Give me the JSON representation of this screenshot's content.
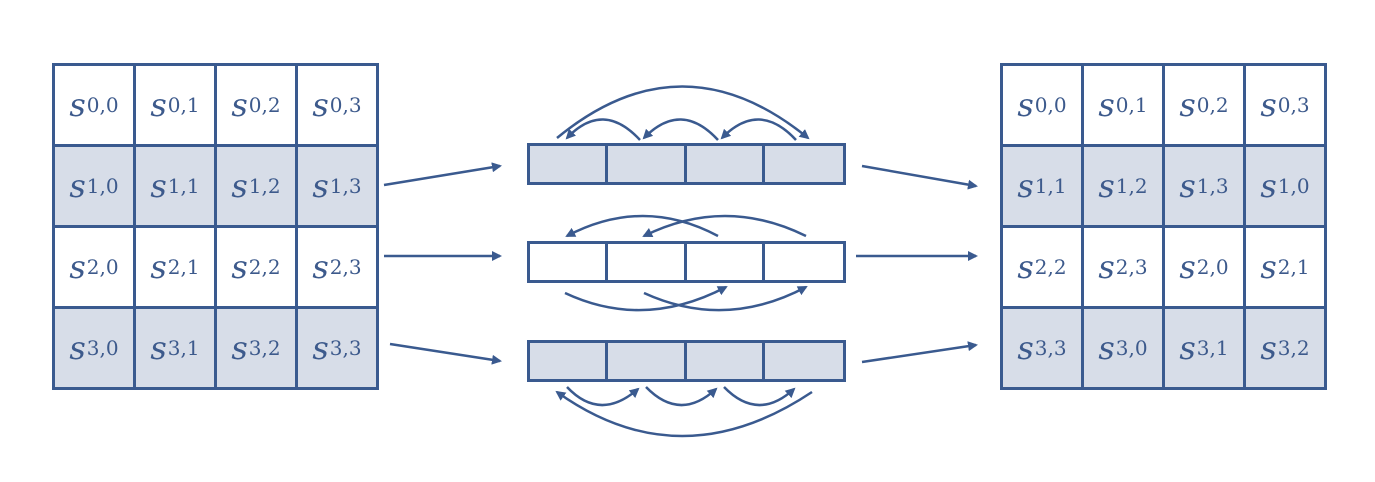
{
  "input_matrix": {
    "rows": [
      [
        {
          "s": "s",
          "sub": "0,0"
        },
        {
          "s": "s",
          "sub": "0,1"
        },
        {
          "s": "s",
          "sub": "0,2"
        },
        {
          "s": "s",
          "sub": "0,3"
        }
      ],
      [
        {
          "s": "s",
          "sub": "1,0"
        },
        {
          "s": "s",
          "sub": "1,1"
        },
        {
          "s": "s",
          "sub": "1,2"
        },
        {
          "s": "s",
          "sub": "1,3"
        }
      ],
      [
        {
          "s": "s",
          "sub": "2,0"
        },
        {
          "s": "s",
          "sub": "2,1"
        },
        {
          "s": "s",
          "sub": "2,2"
        },
        {
          "s": "s",
          "sub": "2,3"
        }
      ],
      [
        {
          "s": "s",
          "sub": "3,0"
        },
        {
          "s": "s",
          "sub": "3,1"
        },
        {
          "s": "s",
          "sub": "3,2"
        },
        {
          "s": "s",
          "sub": "3,3"
        }
      ]
    ]
  },
  "output_matrix": {
    "rows": [
      [
        {
          "s": "s",
          "sub": "0,0"
        },
        {
          "s": "s",
          "sub": "0,1"
        },
        {
          "s": "s",
          "sub": "0,2"
        },
        {
          "s": "s",
          "sub": "0,3"
        }
      ],
      [
        {
          "s": "s",
          "sub": "1,1"
        },
        {
          "s": "s",
          "sub": "1,2"
        },
        {
          "s": "s",
          "sub": "1,3"
        },
        {
          "s": "s",
          "sub": "1,0"
        }
      ],
      [
        {
          "s": "s",
          "sub": "2,2"
        },
        {
          "s": "s",
          "sub": "2,3"
        },
        {
          "s": "s",
          "sub": "2,0"
        },
        {
          "s": "s",
          "sub": "2,1"
        }
      ],
      [
        {
          "s": "s",
          "sub": "3,3"
        },
        {
          "s": "s",
          "sub": "3,0"
        },
        {
          "s": "s",
          "sub": "3,1"
        },
        {
          "s": "s",
          "sub": "3,2"
        }
      ]
    ]
  },
  "colors": {
    "stroke": "#3a5a8f",
    "text": "#3d5a8c",
    "shaded_fill": "#d7dde8",
    "plain_fill": "#ffffff"
  }
}
